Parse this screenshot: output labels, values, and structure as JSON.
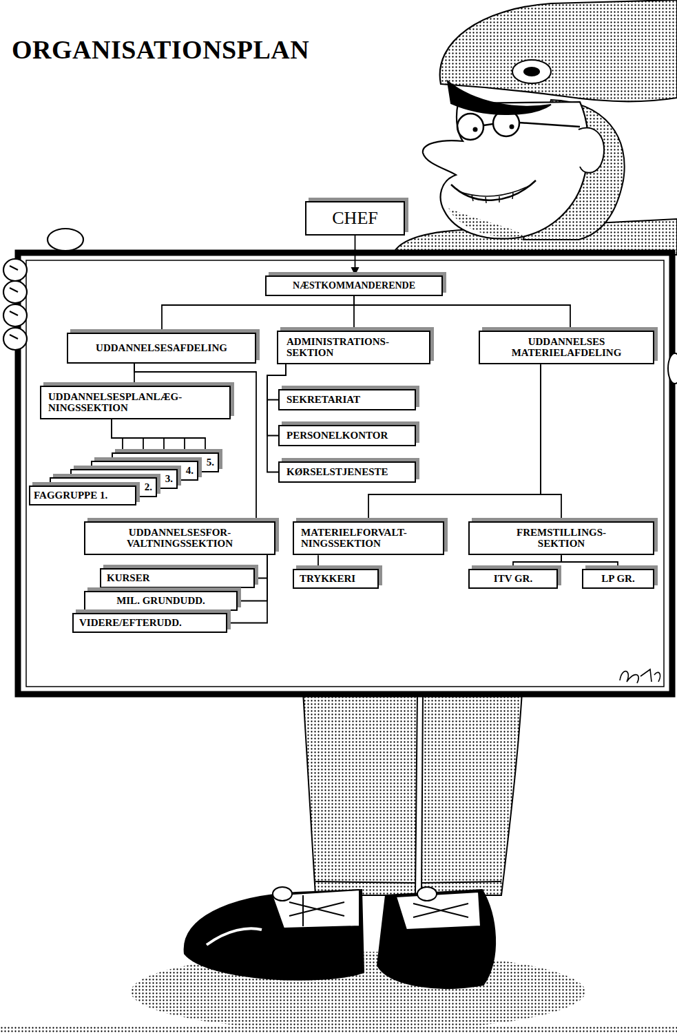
{
  "diagram": {
    "title": "ORGANISATIONSPLAN",
    "nodes": [
      {
        "text": [
          "CHEF"
        ]
      },
      {
        "text": [
          "NÆSTKOMMANDERENDE"
        ]
      },
      {
        "text": [
          "UDDANNELSESAFDELING"
        ]
      },
      {
        "text": [
          "ADMINISTRATIONS- SEKTION"
        ]
      },
      {
        "text": [
          "UDDANNELSES MATERIELAFDELING"
        ]
      },
      {
        "text": [
          "UDDANNELSESPLANLÆG- NINGSSEKTION"
        ]
      },
      {
        "text": [
          "SEKRETARIAT"
        ]
      },
      {
        "text": [
          "PERSONELKONTOR"
        ]
      },
      {
        "text": [
          "KØRSELSTJENESTE"
        ]
      },
      {
        "text": [
          "FAGGRUPPE 1."
        ]
      },
      {
        "text": [
          "2."
        ]
      },
      {
        "text": [
          "3."
        ]
      },
      {
        "text": [
          "4."
        ]
      },
      {
        "text": [
          "5."
        ]
      },
      {
        "text": [
          "UDDANNELSESFOR- VALTNINGSSEKTION"
        ]
      },
      {
        "text": [
          "MATERIELFORVALT- NINGSSEKTION"
        ]
      },
      {
        "text": [
          "FREMSTILLINGS- SEKTION"
        ]
      },
      {
        "text": [
          "KURSER"
        ]
      },
      {
        "text": [
          "MIL. GRUNDUDD."
        ]
      },
      {
        "text": [
          "VIDERE/EFTERUDD."
        ]
      },
      {
        "text": [
          "TRYKKERI"
        ]
      },
      {
        "text": [
          "ITV GR."
        ]
      },
      {
        "text": [
          "LP GR."
        ]
      }
    ],
    "edges": [
      {
        "from": 0,
        "to": 1,
        "arrow": "to"
      },
      {
        "from": 1,
        "to": 2,
        "arrow": "none"
      },
      {
        "from": 1,
        "to": 3,
        "arrow": "none"
      },
      {
        "from": 1,
        "to": 4,
        "arrow": "none"
      },
      {
        "from": 2,
        "to": 5,
        "arrow": "none"
      },
      {
        "from": 2,
        "to": 14,
        "arrow": "none"
      },
      {
        "from": 3,
        "to": 6,
        "arrow": "none"
      },
      {
        "from": 3,
        "to": 7,
        "arrow": "none"
      },
      {
        "from": 3,
        "to": 8,
        "arrow": "none"
      },
      {
        "from": 5,
        "to": 9,
        "arrow": "none"
      },
      {
        "from": 5,
        "to": 10,
        "arrow": "none"
      },
      {
        "from": 5,
        "to": 11,
        "arrow": "none"
      },
      {
        "from": 5,
        "to": 12,
        "arrow": "none"
      },
      {
        "from": 5,
        "to": 13,
        "arrow": "none"
      },
      {
        "from": 14,
        "to": 17,
        "arrow": "none"
      },
      {
        "from": 14,
        "to": 18,
        "arrow": "none"
      },
      {
        "from": 14,
        "to": 19,
        "arrow": "none"
      },
      {
        "from": 4,
        "to": 15,
        "arrow": "none"
      },
      {
        "from": 4,
        "to": 16,
        "arrow": "none"
      },
      {
        "from": 15,
        "to": 20,
        "arrow": "none"
      },
      {
        "from": 16,
        "to": 21,
        "arrow": "none"
      },
      {
        "from": 16,
        "to": 22,
        "arrow": "none"
      }
    ]
  }
}
